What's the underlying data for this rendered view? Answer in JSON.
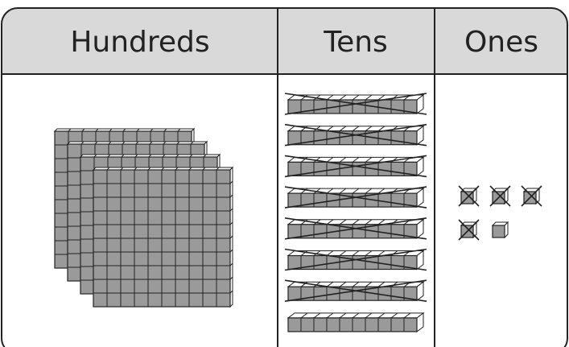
{
  "columns": [
    {
      "key": "hundreds",
      "label": "Hundreds"
    },
    {
      "key": "tens",
      "label": "Tens"
    },
    {
      "key": "ones",
      "label": "Ones"
    }
  ],
  "blocks": {
    "hundreds": {
      "count": 4,
      "crossed_out": 0
    },
    "tens": {
      "count": 8,
      "crossed_out": 7
    },
    "ones": {
      "count": 5,
      "crossed_out": 4
    }
  },
  "colors": {
    "header_fill": "#d9d9d9",
    "block_front": "#9a9a9a",
    "block_top": "#ffffff",
    "line": "#222222"
  }
}
